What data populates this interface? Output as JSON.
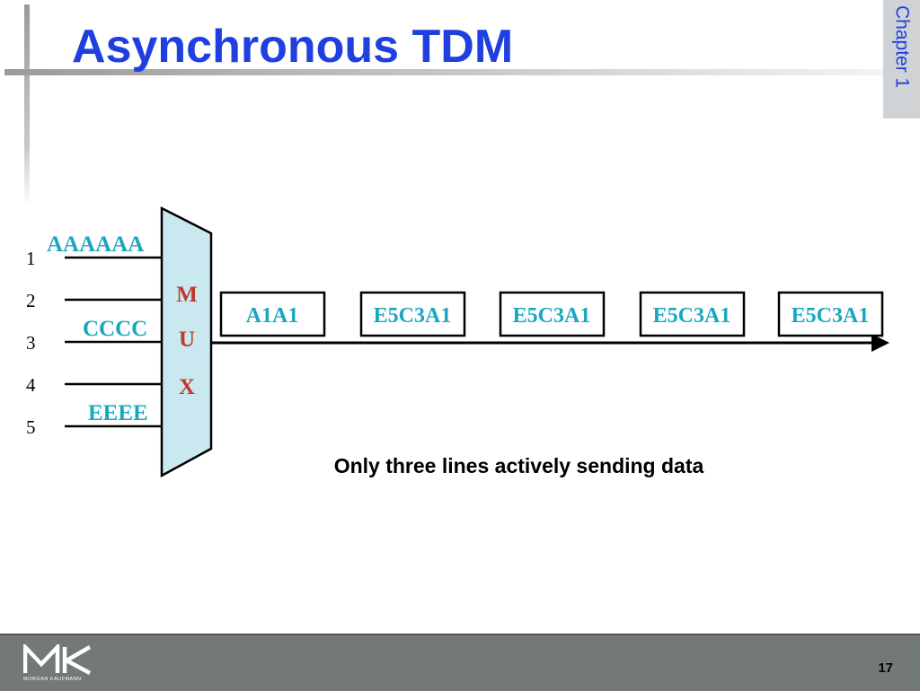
{
  "slide": {
    "title": "Asynchronous TDM",
    "chapter_tab": "Chapter 1",
    "caption": "Only three lines actively sending data",
    "page_number": "17"
  },
  "diagram": {
    "input_lines": [
      {
        "number": "1",
        "data": "AAAAAA"
      },
      {
        "number": "2",
        "data": ""
      },
      {
        "number": "3",
        "data": "CCCC"
      },
      {
        "number": "4",
        "data": ""
      },
      {
        "number": "5",
        "data": "EEEE"
      }
    ],
    "mux_letters": [
      "M",
      "U",
      "X"
    ],
    "frames": [
      "A1A1",
      "E5C3A1",
      "E5C3A1",
      "E5C3A1",
      "E5C3A1"
    ]
  },
  "footer": {
    "logo_mark": "MK",
    "logo_text": "MORGAN KAUFMANN"
  },
  "colors": {
    "title_blue": "#1f3fe0",
    "diagram_teal": "#1aa6bf",
    "mux_fill": "#c9e8ef",
    "footer_gray": "#737a75"
  }
}
